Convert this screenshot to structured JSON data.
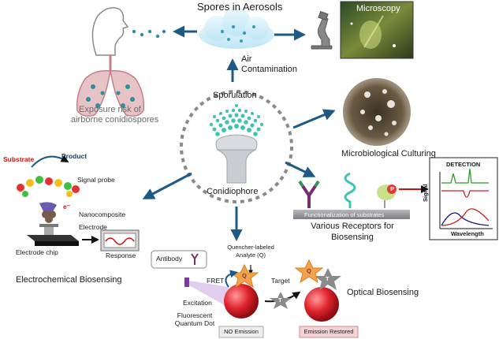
{
  "center": {
    "sporulation": "Sporulation",
    "conidiophore": "Conidiophore"
  },
  "air": {
    "line1": "Air",
    "line2": "Contamination"
  },
  "aerosol": {
    "title": "Spores in Aerosols"
  },
  "exposure": {
    "line1": "Exposure risk of",
    "line2": "airborne conidiospores"
  },
  "microscopy": {
    "label": "Microscopy"
  },
  "culturing": {
    "label": "Microbiological Culturing"
  },
  "electrochemical": {
    "substrate": "Substrate",
    "product": "Product",
    "signal_probe": "Signal probe",
    "spore": "Spore",
    "electron": "e⁻",
    "nanocomposite": "Nanocomposite",
    "electrode": "Electrode",
    "electrode_chip": "Electrode chip",
    "response": "Response",
    "title": "Electrochemical Biosensing"
  },
  "receptors": {
    "substrate_bar": "Functionalization of substrates",
    "title_line1": "Various Receptors for",
    "title_line2": "Biosensing",
    "p_badge": "P"
  },
  "detection": {
    "title": "DETECTION",
    "ylabel": "Signal",
    "xlabel": "Wavelength"
  },
  "optical": {
    "antibody": "Antibody",
    "quencher_line1": "Quencher-labeled",
    "quencher_line2": "Analyte (Q)",
    "q": "Q",
    "t": "T",
    "fret": "FRET",
    "target": "Target",
    "excitation": "Excitation",
    "qd_line1": "Fluorescent",
    "qd_line2": "Quantum Dot",
    "no_emission": "NO Emission",
    "emission_restored": "Emission Restored",
    "title": "Optical Biosensing"
  },
  "colors": {
    "arrow": "#1d5a86",
    "spore": "#3fc4b2",
    "conidiophore": "#c9ccd0",
    "lung": "#c47f86",
    "petri": "#6a5a42",
    "qd": "#e0242e"
  }
}
